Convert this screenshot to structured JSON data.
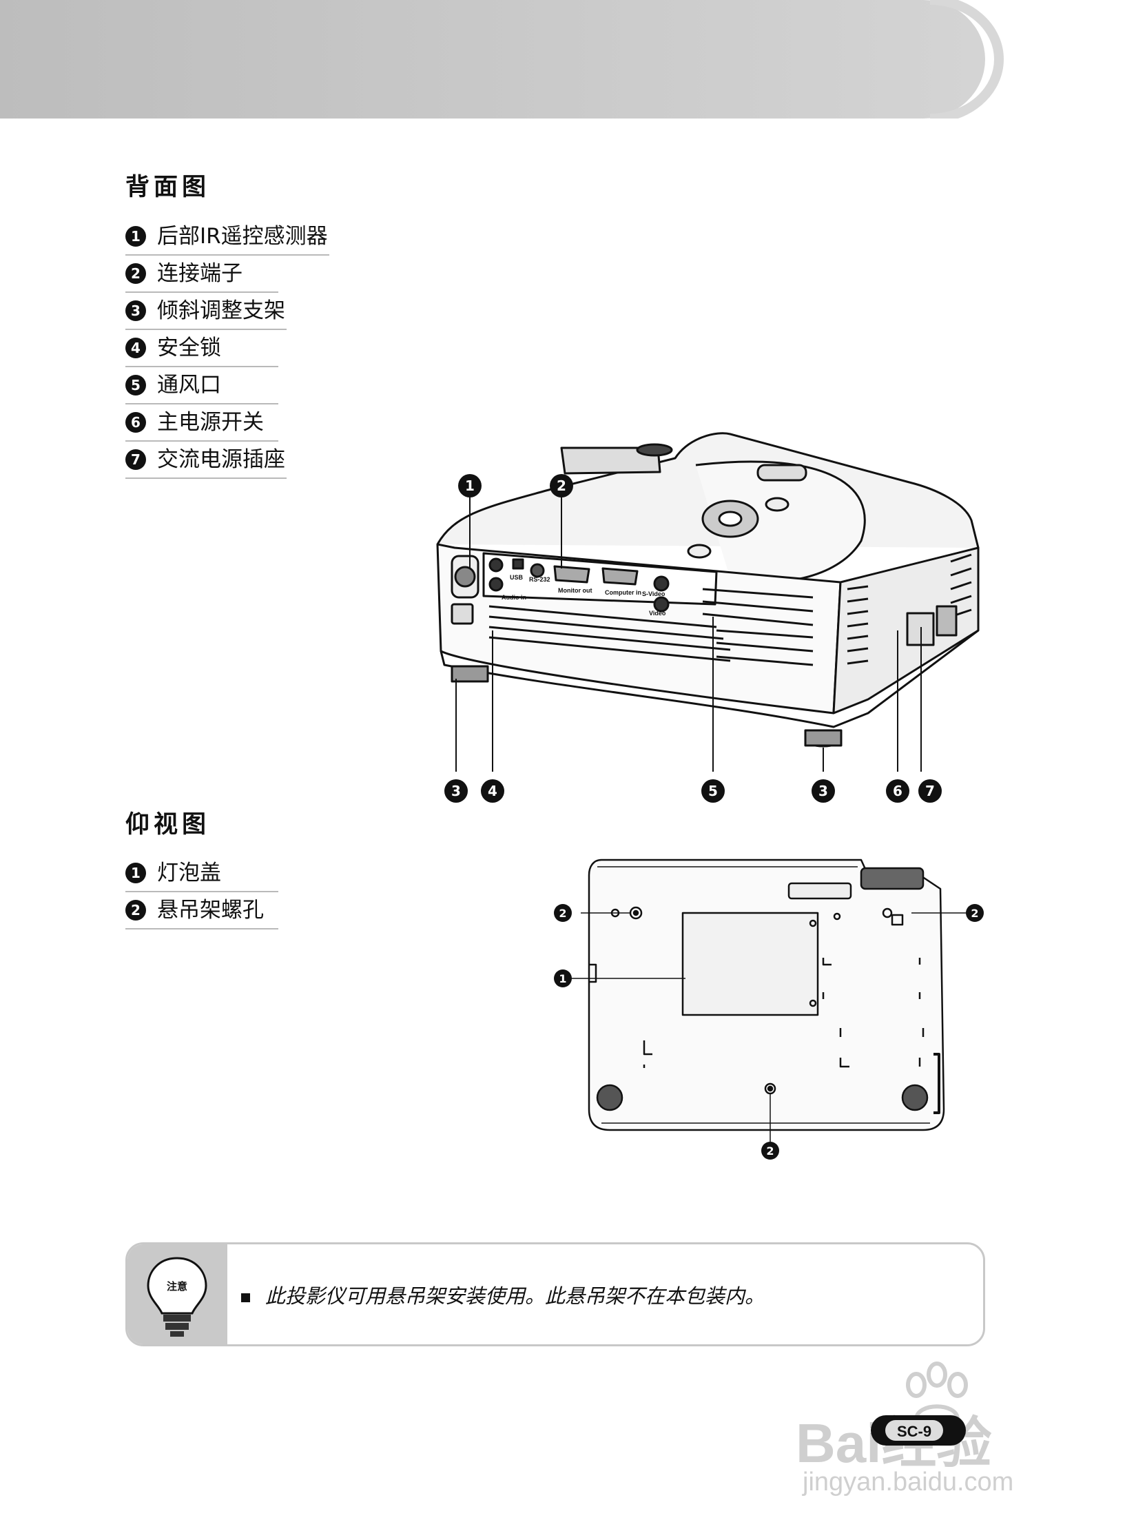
{
  "rear_view": {
    "title": "背面图",
    "items": [
      {
        "num": "1",
        "label": "后部IR遥控感测器"
      },
      {
        "num": "2",
        "label": "连接端子"
      },
      {
        "num": "3",
        "label": "倾斜调整支架"
      },
      {
        "num": "4",
        "label": "安全锁"
      },
      {
        "num": "5",
        "label": "通风口"
      },
      {
        "num": "6",
        "label": "主电源开关"
      },
      {
        "num": "7",
        "label": "交流电源插座"
      }
    ],
    "port_labels": {
      "usb": "USB",
      "rs232": "RS-232",
      "audio_in": "Audio in",
      "monitor_out": "Monitor out",
      "computer_in": "Computer in",
      "s_video": "S-Video",
      "video": "Video"
    },
    "callouts": [
      "1",
      "2",
      "3",
      "4",
      "5",
      "3",
      "6",
      "7"
    ]
  },
  "bottom_view": {
    "title": "仰视图",
    "items": [
      {
        "num": "1",
        "label": "灯泡盖"
      },
      {
        "num": "2",
        "label": "悬吊架螺孔"
      }
    ],
    "callouts": [
      "2",
      "1",
      "2",
      "2"
    ]
  },
  "note": {
    "icon_label": "注意",
    "text": "此投影仪可用悬吊架安装使用。此悬吊架不在本包装内。"
  },
  "page_number": "SC-9",
  "watermark": {
    "brand": "Bai经验",
    "url": "jingyan.baidu.com"
  },
  "colors": {
    "header_gray": "#c4c4c4",
    "note_gray": "#c9c9c9",
    "badge_black": "#111111"
  }
}
